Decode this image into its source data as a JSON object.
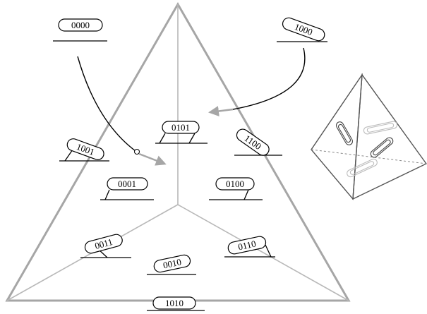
{
  "labels": {
    "l0000": "0000",
    "l1000": "1000",
    "l0101": "0101",
    "l1100": "1100",
    "l1001": "1001",
    "l0001": "0001",
    "l0100": "0100",
    "l0011": "0011",
    "l0110": "0110",
    "l0010": "0010",
    "l1010": "1010"
  },
  "colors": {
    "triangle": "#a6a6a6",
    "arrowhead": "#a6a6a6",
    "ink": "#000000"
  }
}
